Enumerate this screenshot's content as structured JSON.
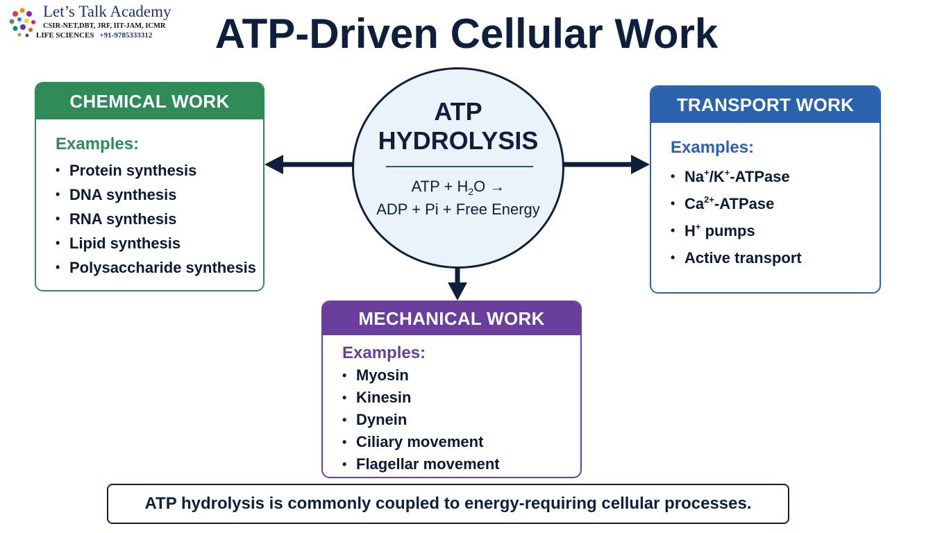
{
  "logo": {
    "name": "Let’s Talk Academy",
    "line1": "CSIR-NET,DBT, JRF, IIT-JAM, ICMR",
    "line2": "LIFE SCIENCES",
    "phone": "+91-9785333312"
  },
  "title": "ATP-Driven Cellular Work",
  "center": {
    "line1": "ATP",
    "line2": "HYDROLYSIS",
    "eq_left": "ATP + H",
    "eq_sub": "2",
    "eq_right": "O →",
    "eq_line2": "ADP + Pi + Free Energy"
  },
  "chemical": {
    "header": "CHEMICAL WORK",
    "examples_label": "Examples:",
    "items": [
      "Protein synthesis",
      "DNA synthesis",
      "RNA synthesis",
      "Lipid synthesis",
      "Polysaccharide synthesis"
    ]
  },
  "transport": {
    "header": "TRANSPORT WORK",
    "examples_label": "Examples:",
    "items": [
      {
        "a": "Na",
        "s1": "+",
        "b": "/K",
        "s2": "+",
        "c": "-ATPase"
      },
      {
        "a": "Ca",
        "s1": "2+",
        "b": "-ATPase"
      },
      {
        "a": "H",
        "s1": "+",
        "b": " pumps"
      },
      {
        "a": "Active transport"
      }
    ]
  },
  "mechanical": {
    "header": "MECHANICAL WORK",
    "examples_label": "Examples:",
    "items": [
      "Myosin",
      "Kinesin",
      "Dynein",
      "Ciliary movement",
      "Flagellar movement"
    ]
  },
  "footer": "ATP hydrolysis is commonly coupled to energy-requiring cellular processes.",
  "colors": {
    "chemical": "#2e8b57",
    "transport": "#2a62ad",
    "mechanical": "#6a3e9c",
    "navy": "#0d1f3c",
    "circle_fill": "#eaf2fa"
  }
}
